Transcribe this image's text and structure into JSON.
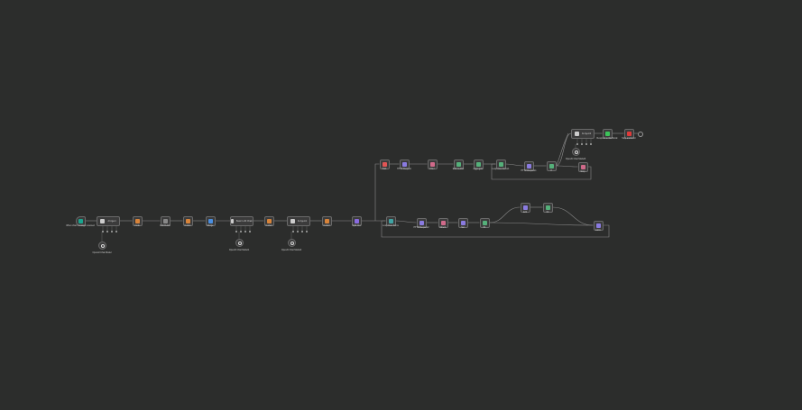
{
  "canvas": {
    "background": "#2c2d2c",
    "edge_color": "#8a8a8a"
  },
  "nodes": [
    {
      "id": "n1",
      "label": "When chat message received",
      "icon": "chat-trigger-icon",
      "color": "#1aa58f",
      "trigger": true
    },
    {
      "id": "n2",
      "label": "AI Agent",
      "icon": "robot-icon",
      "color": "#cccccc",
      "wide": true
    },
    {
      "id": "n3",
      "label": "Code",
      "icon": "code-icon",
      "color": "#d8843a"
    },
    {
      "id": "n4",
      "label": "Edit Fields",
      "icon": "pen-icon",
      "color": "#888888"
    },
    {
      "id": "n5",
      "label": "Code1",
      "icon": "code-icon",
      "color": "#d8843a"
    },
    {
      "id": "n6",
      "label": "Merge",
      "icon": "merge-icon",
      "color": "#4a8ee0"
    },
    {
      "id": "n7",
      "label": "Basic LLM Chain",
      "icon": "robot-icon",
      "color": "#cccccc",
      "wide": true
    },
    {
      "id": "n8",
      "label": "Code2",
      "icon": "code-icon",
      "color": "#d8843a"
    },
    {
      "id": "n9",
      "label": "AI Agent1",
      "icon": "robot-icon",
      "color": "#cccccc",
      "wide": true
    },
    {
      "id": "n10",
      "label": "Code3",
      "icon": "code-icon",
      "color": "#d8843a"
    },
    {
      "id": "n11",
      "label": "Split Out",
      "icon": "split-icon",
      "color": "#8a6be0"
    },
    {
      "id": "n12",
      "label": "Loop Over Items",
      "icon": "loop-icon",
      "color": "#3fa3a3"
    },
    {
      "id": "u1",
      "label": "Wait",
      "icon": "pause-icon",
      "color": "#e05555"
    },
    {
      "id": "u2",
      "label": "HTTP Request",
      "icon": "globe-icon",
      "color": "#8a7be0"
    },
    {
      "id": "u3",
      "label": "Filter",
      "icon": "filter-icon",
      "color": "#d06a8a"
    },
    {
      "id": "u4",
      "label": "Edit Fields1",
      "icon": "pen-icon",
      "color": "#55b07a"
    },
    {
      "id": "u5",
      "label": "Aggregate",
      "icon": "aggregate-icon",
      "color": "#55b07a"
    },
    {
      "id": "u6",
      "label": "Loop Over Items1",
      "icon": "loop-icon",
      "color": "#55b07a"
    },
    {
      "id": "u7",
      "label": "HTTP Request1",
      "icon": "globe-icon",
      "color": "#8a7be0"
    },
    {
      "id": "u8",
      "label": "If",
      "icon": "if-icon",
      "color": "#55b07a"
    },
    {
      "id": "u9",
      "label": "Stop",
      "icon": "stop-icon",
      "color": "#d06a8a"
    },
    {
      "id": "t1",
      "label": "AI Agent2",
      "icon": "robot-icon",
      "color": "#cccccc",
      "wide": true
    },
    {
      "id": "t2",
      "label": "Respond to Webhook",
      "icon": "respond-icon",
      "color": "#3cc35a"
    },
    {
      "id": "t3",
      "label": "Stop and Error",
      "icon": "error-icon",
      "color": "#e03a3a"
    },
    {
      "id": "l1",
      "label": "HTTP Request2",
      "icon": "globe-icon",
      "color": "#8a7be0"
    },
    {
      "id": "l2",
      "label": "Filter1",
      "icon": "filter-icon",
      "color": "#d06a8a"
    },
    {
      "id": "l3",
      "label": "Set",
      "icon": "set-icon",
      "color": "#8a7be0"
    },
    {
      "id": "l4",
      "label": "If1",
      "icon": "if-icon",
      "color": "#55b07a"
    },
    {
      "id": "l5",
      "label": "Edit",
      "icon": "pen-icon",
      "color": "#8a7be0"
    },
    {
      "id": "l6",
      "label": "If2",
      "icon": "if-icon",
      "color": "#55b07a"
    },
    {
      "id": "l7",
      "label": "Edit1",
      "icon": "pen-icon",
      "color": "#8a7be0"
    }
  ],
  "sub_nodes": [
    {
      "id": "s1",
      "label": "OpenAI Chat Model"
    },
    {
      "id": "s2",
      "label": "OpenAI Chat Model1"
    },
    {
      "id": "s3",
      "label": "OpenAI Chat Model2"
    },
    {
      "id": "s4",
      "label": "OpenAI Chat Model3"
    }
  ]
}
